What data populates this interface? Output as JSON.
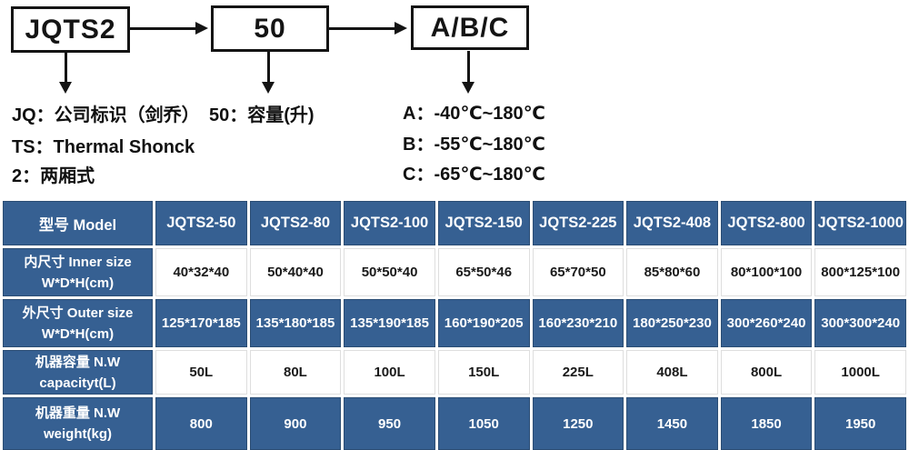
{
  "diagram": {
    "boxes": [
      {
        "label": "JQTS2"
      },
      {
        "label": "50"
      },
      {
        "label": "A/B/C"
      }
    ],
    "legend_left": [
      "JQ：公司标识（剑乔）",
      "TS：Thermal Shonck",
      "2：两厢式"
    ],
    "legend_mid": "50：容量(升)",
    "legend_right": [
      "A：-40℃~180℃",
      "B：-55℃~180℃",
      "C：-65℃~180℃"
    ]
  },
  "table": {
    "model_header": "型号 Model",
    "models": [
      "JQTS2-50",
      "JQTS2-80",
      "JQTS2-100",
      "JQTS2-150",
      "JQTS2-225",
      "JQTS2-408",
      "JQTS2-800",
      "JQTS2-1000"
    ],
    "rows": [
      {
        "label_line1": "内尺寸 Inner size",
        "label_line2": "W*D*H(cm)",
        "values": [
          "40*32*40",
          "50*40*40",
          "50*50*40",
          "65*50*46",
          "65*70*50",
          "85*80*60",
          "80*100*100",
          "800*125*100"
        ]
      },
      {
        "label_line1": "外尺寸 Outer size",
        "label_line2": "W*D*H(cm)",
        "values": [
          "125*170*185",
          "135*180*185",
          "135*190*185",
          "160*190*205",
          "160*230*210",
          "180*250*230",
          "300*260*240",
          "300*300*240"
        ]
      },
      {
        "label_line1": "机器容量 N.W",
        "label_line2": "capacityt(L)",
        "values": [
          "50L",
          "80L",
          "100L",
          "150L",
          "225L",
          "408L",
          "800L",
          "1000L"
        ]
      },
      {
        "label_line1": "机器重量 N.W",
        "label_line2": "weight(kg)",
        "values": [
          "800",
          "900",
          "950",
          "1050",
          "1250",
          "1450",
          "1850",
          "1950"
        ]
      }
    ]
  },
  "colors": {
    "table_blue": "#366092",
    "table_blue_border": "#2b4d74",
    "text_dark": "#1a1a1a"
  }
}
